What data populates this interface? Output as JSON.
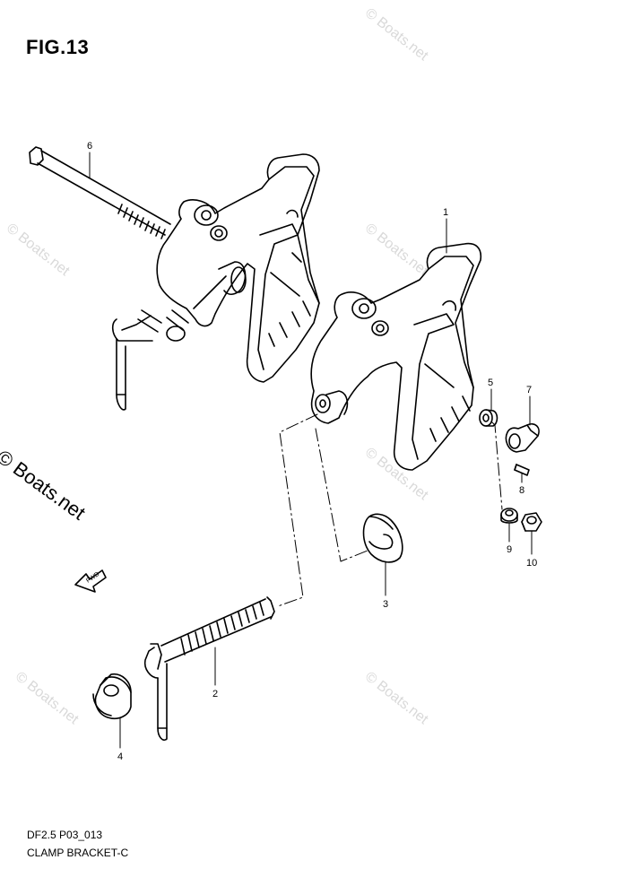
{
  "figure": {
    "title": "FIG.13",
    "code": "DF2.5 P03_013",
    "name": "CLAMP BRACKET-C"
  },
  "watermark": {
    "side_text": "© Boats.net",
    "tile_text": "© Boats.net"
  },
  "fwd_arrow_label": "FWD",
  "callouts": [
    "1",
    "2",
    "3",
    "4",
    "5",
    "6",
    "7",
    "8",
    "9",
    "10"
  ]
}
